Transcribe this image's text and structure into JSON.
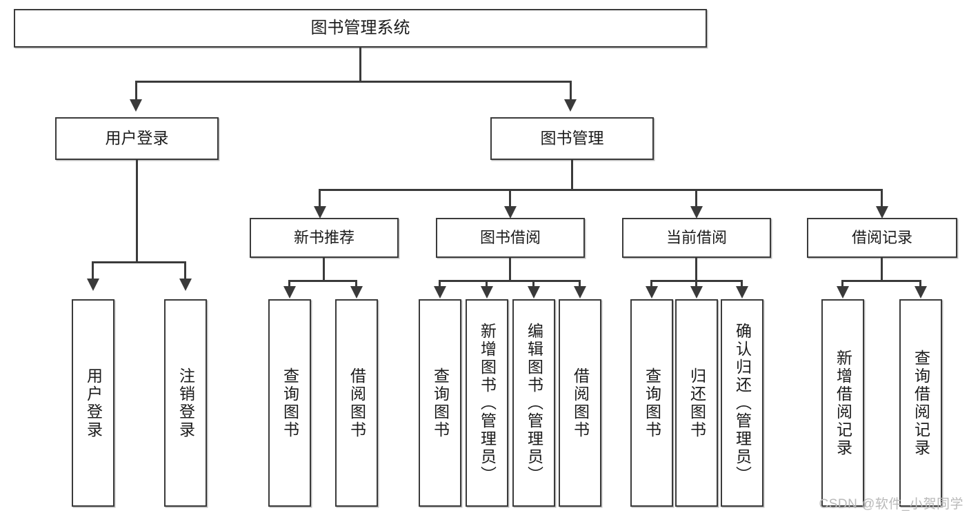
{
  "diagram": {
    "type": "tree-hierarchy-chart",
    "root": {
      "label": "图书管理系统"
    },
    "level1": [
      {
        "label": "用户登录"
      },
      {
        "label": "图书管理"
      }
    ],
    "level2": [
      {
        "label": "新书推荐"
      },
      {
        "label": "图书借阅"
      },
      {
        "label": "当前借阅"
      },
      {
        "label": "借阅记录"
      }
    ],
    "leaves": {
      "user_login": [
        {
          "label": "用户登录"
        },
        {
          "label": "注销登录"
        }
      ],
      "new_book_recommend": [
        {
          "label": "查询图书"
        },
        {
          "label": "借阅图书"
        }
      ],
      "book_borrow": [
        {
          "label": "查询图书"
        },
        {
          "label": "新增图书（管理员）"
        },
        {
          "label": "编辑图书（管理员）"
        },
        {
          "label": "借阅图书"
        }
      ],
      "current_borrow": [
        {
          "label": "查询图书"
        },
        {
          "label": "归还图书"
        },
        {
          "label": "确认归还（管理员）"
        }
      ],
      "borrow_record": [
        {
          "label": "新增借阅记录"
        },
        {
          "label": "查询借阅记录"
        }
      ]
    }
  },
  "watermark": {
    "text": "CSDN @软件_小贺同学"
  },
  "colors": {
    "box_border": "#3a3a3a",
    "box_fill": "#ffffff",
    "text": "#1b1b1b",
    "connector": "#3a3a3a",
    "watermark": "#b9b9b9",
    "background": "#ffffff"
  }
}
